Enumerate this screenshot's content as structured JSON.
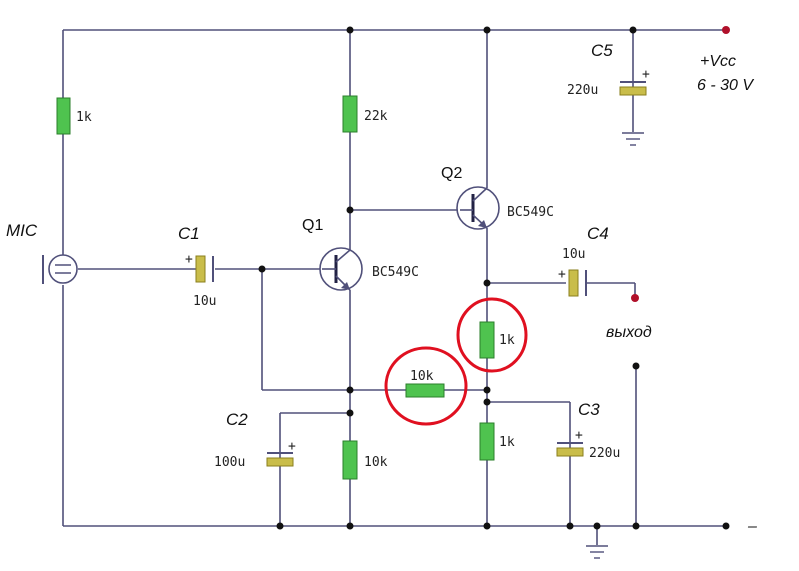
{
  "labels": {
    "mic": "MIC",
    "c1_ref": "C1",
    "c1_val": "10u",
    "c2_ref": "C2",
    "c2_val": "100u",
    "c3_ref": "C3",
    "c3_val": "220u",
    "c4_ref": "C4",
    "c4_val": "10u",
    "c5_ref": "C5",
    "c5_val": "220u",
    "r_mic": "1k",
    "r_22k": "22k",
    "r_10k_emitter": "10k",
    "r_10k_feedback": "10k",
    "r_1k_q2": "1k",
    "r_1k_bottom": "1k",
    "q1_ref": "Q1",
    "q1_part": "BC549C",
    "q2_ref": "Q2",
    "q2_part": "BC549C",
    "vcc_line1": "+Vcc",
    "vcc_line2": "6 - 30 V",
    "output": "выход",
    "minus": "–",
    "plus": "+"
  },
  "colors": {
    "wire": "#50507a",
    "resistor": "#4fc34f",
    "capacitor": "#c9bd4a",
    "highlight": "#e01020",
    "terminal": "#b0102a"
  }
}
